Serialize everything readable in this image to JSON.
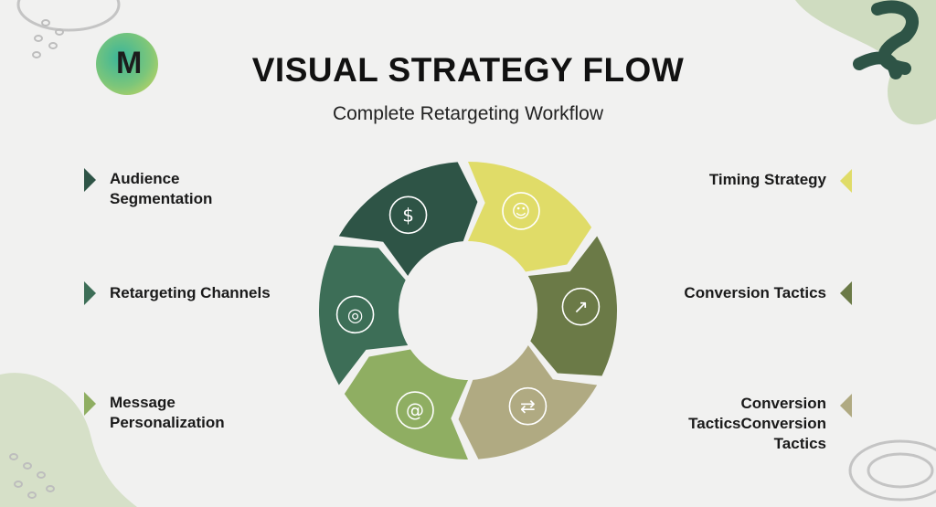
{
  "header": {
    "title": "VISUAL STRATEGY FLOW",
    "subtitle": "Complete Retargeting Workflow"
  },
  "logo": {
    "letter": "M"
  },
  "labels": {
    "left": [
      {
        "text": "Audience\nSegmentation",
        "color": "#2e5446"
      },
      {
        "text": "Retargeting Channels",
        "color": "#3d6e57"
      },
      {
        "text": "Message\nPersonalization",
        "color": "#8fae62"
      }
    ],
    "right": [
      {
        "text": "Timing Strategy",
        "color": "#e0dc68"
      },
      {
        "text": "Conversion Tactics",
        "color": "#6b7a47"
      },
      {
        "text": "Conversion\nTacticsConversion\nTactics",
        "color": "#b0aa82"
      }
    ]
  },
  "cycle": [
    {
      "icon": "dollar-search-chart-icon",
      "color": "#2e5446"
    },
    {
      "icon": "hand-money-people-clock-icon",
      "color": "#e0dc68"
    },
    {
      "icon": "growth-chart-cycle-icon",
      "color": "#6b7a47"
    },
    {
      "icon": "money-exchange-users-icon",
      "color": "#b0aa82"
    },
    {
      "icon": "email-envelope-icon",
      "color": "#8fae62"
    },
    {
      "icon": "target-gear-icon",
      "color": "#3d6e57"
    }
  ]
}
